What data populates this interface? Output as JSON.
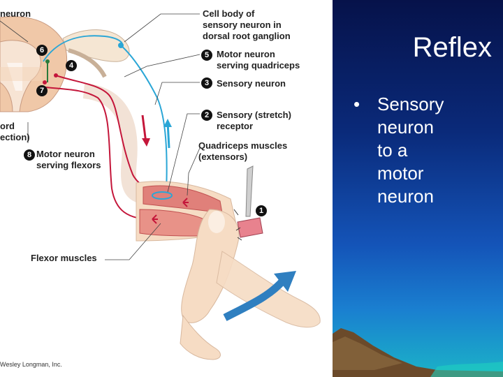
{
  "slide": {
    "title": "Reflex",
    "bullet_symbol": "•",
    "bullet_text": "Sensory\nneuron\nto a\nmotor\nneuron"
  },
  "figure": {
    "labels": {
      "top_left_partial": "neuron",
      "cell_body": "Cell body of\nsensory neuron in\ndorsal root ganglion",
      "motor_quadriceps": "Motor neuron\nserving quadriceps",
      "sensory_neuron": "Sensory neuron",
      "sensory_receptor": "Sensory (stretch)\nreceptor",
      "spinal_cord_partial": "ord\nection)",
      "motor_flexors": "Motor neuron\nserving flexors",
      "quadriceps_muscles": "Quadriceps muscles\n(extensors)",
      "flexor_muscles": "Flexor muscles",
      "credit": "Wesley Longman, Inc."
    },
    "step_numbers": {
      "n1": "1",
      "n2": "2",
      "n3": "3",
      "n4": "4",
      "n5": "5",
      "n6": "6",
      "n7": "7",
      "n8": "8"
    },
    "colors": {
      "sensory_neuron": "#2aa6d6",
      "motor_neuron": "#c4163a",
      "muscle": "#e0807a",
      "skin": "#f6dcc4",
      "spinal_cord": "#f0c8a8",
      "kick_arrow": "#2f7fc0"
    }
  }
}
